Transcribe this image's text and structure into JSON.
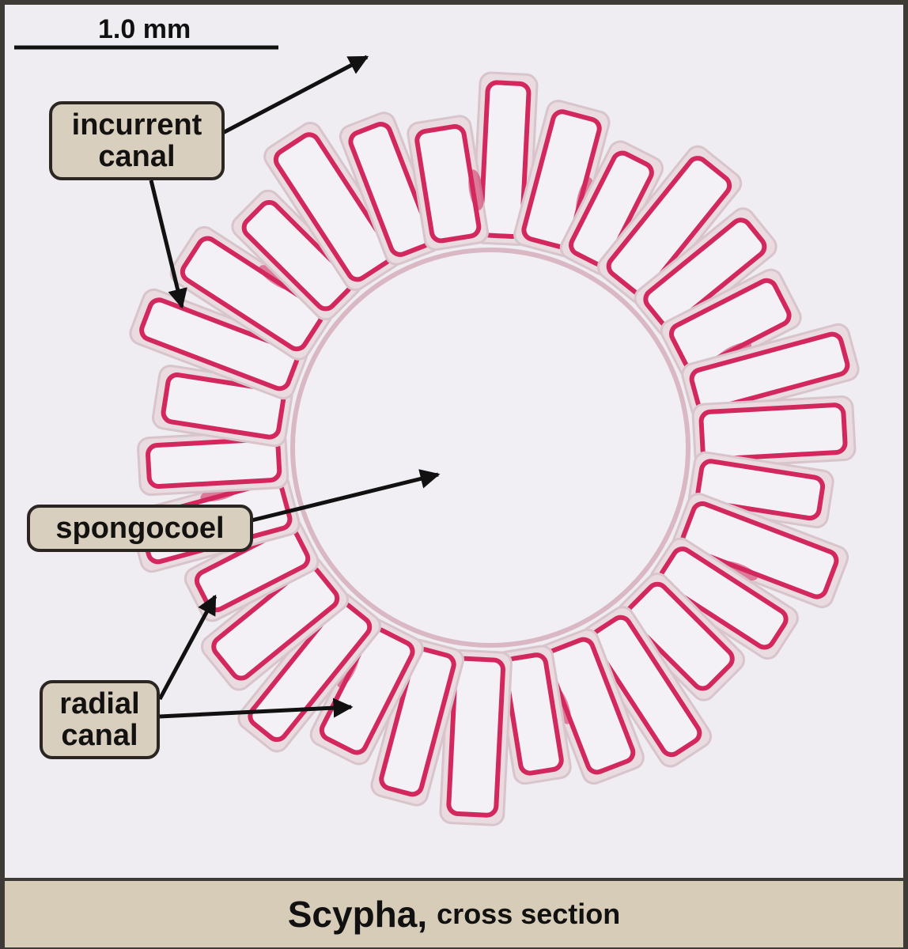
{
  "scale_bar": {
    "label": "1.0 mm"
  },
  "labels": {
    "incurrent_canal": [
      "incurrent",
      "canal"
    ],
    "spongocoel": "spongocoel",
    "radial_canal": [
      "radial",
      "canal"
    ]
  },
  "caption": {
    "title": "Scypha,",
    "subtitle": "cross section"
  },
  "colors": {
    "background": "#efedf1",
    "tissue_stain": "#d2285e",
    "callout_fill": "#d8cfbf",
    "caption_fill": "#d7ccb8"
  }
}
